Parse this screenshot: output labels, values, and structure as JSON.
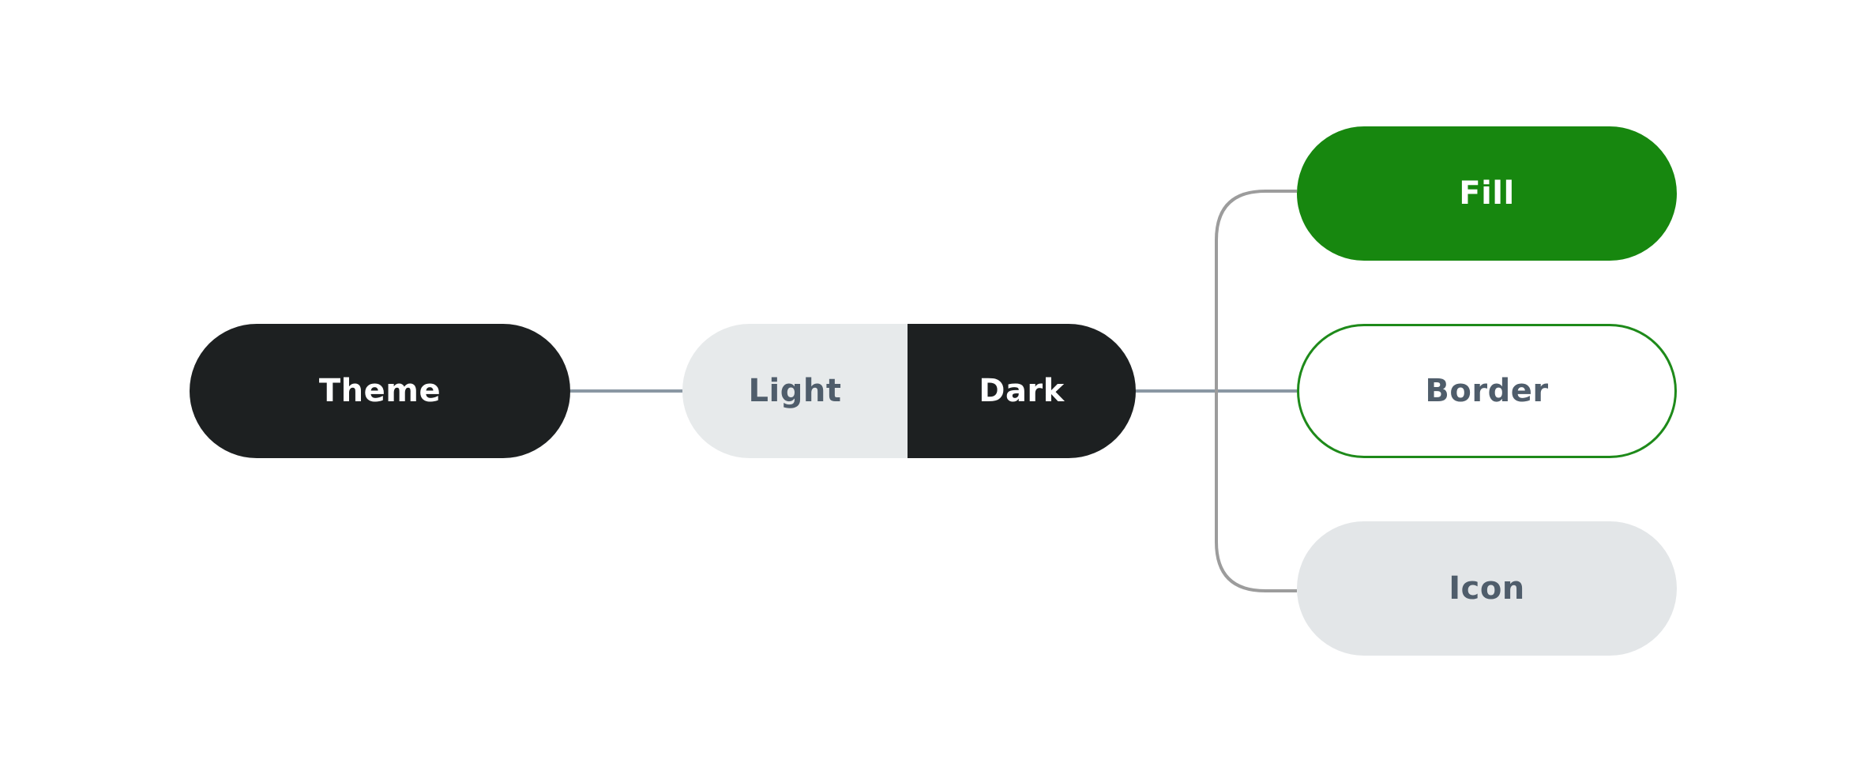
{
  "nodes": {
    "theme": {
      "label": "Theme"
    },
    "mode_toggle": {
      "light": {
        "label": "Light"
      },
      "dark": {
        "label": "Dark"
      }
    },
    "styles": [
      {
        "label": "Fill"
      },
      {
        "label": "Border"
      },
      {
        "label": "Icon"
      }
    ]
  },
  "colors": {
    "dark_fill": "#1d2021",
    "light_fill": "#e7eaeb",
    "accent_green": "#17870f",
    "muted_text": "#4f5d6b",
    "connector": "#8a97a3",
    "bracket": "#9c9c9c"
  }
}
